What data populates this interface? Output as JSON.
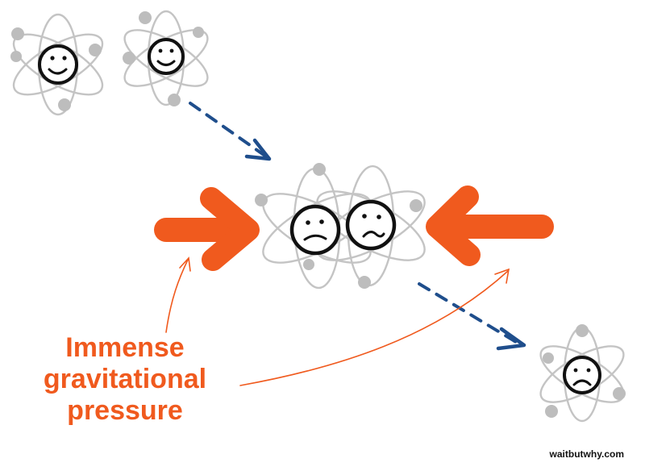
{
  "caption": {
    "line1": "Immense",
    "line2": "gravitational",
    "line3": "pressure"
  },
  "credit": "waitbutwhy.com",
  "colors": {
    "pressure_orange": "#f05a1e",
    "path_blue": "#1f4e8c",
    "orbit_gray": "#c4c4c4",
    "electron_gray": "#bdbdbd",
    "face_black": "#111111"
  },
  "icons": {
    "atoms": [
      "atom-icon"
    ],
    "faces": [
      "happy-face-icon",
      "worried-face-icon",
      "grimace-face-icon",
      "sad-face-icon"
    ],
    "arrows": [
      "pressure-arrow-right-icon",
      "pressure-arrow-left-icon",
      "dashed-path-arrow-icon"
    ]
  }
}
